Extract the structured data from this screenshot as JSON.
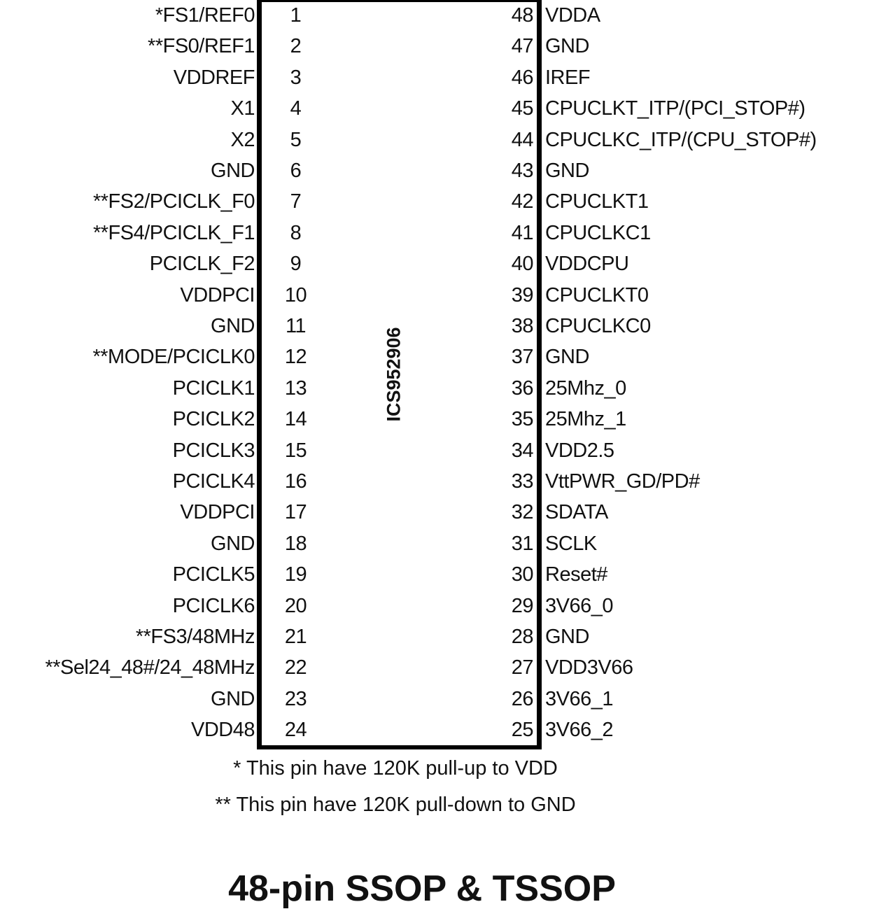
{
  "diagram": {
    "chip_name": "ICS952906",
    "package_title": "48-pin SSOP & TSSOP",
    "left_pins": [
      {
        "num": "1",
        "name": "*FS1/REF0"
      },
      {
        "num": "2",
        "name": "**FS0/REF1"
      },
      {
        "num": "3",
        "name": "VDDREF"
      },
      {
        "num": "4",
        "name": "X1"
      },
      {
        "num": "5",
        "name": "X2"
      },
      {
        "num": "6",
        "name": "GND"
      },
      {
        "num": "7",
        "name": "**FS2/PCICLK_F0"
      },
      {
        "num": "8",
        "name": "**FS4/PCICLK_F1"
      },
      {
        "num": "9",
        "name": "PCICLK_F2"
      },
      {
        "num": "10",
        "name": "VDDPCI"
      },
      {
        "num": "11",
        "name": "GND"
      },
      {
        "num": "12",
        "name": "**MODE/PCICLK0"
      },
      {
        "num": "13",
        "name": "PCICLK1"
      },
      {
        "num": "14",
        "name": "PCICLK2"
      },
      {
        "num": "15",
        "name": "PCICLK3"
      },
      {
        "num": "16",
        "name": "PCICLK4"
      },
      {
        "num": "17",
        "name": "VDDPCI"
      },
      {
        "num": "18",
        "name": "GND"
      },
      {
        "num": "19",
        "name": "PCICLK5"
      },
      {
        "num": "20",
        "name": "PCICLK6"
      },
      {
        "num": "21",
        "name": "**FS3/48MHz"
      },
      {
        "num": "22",
        "name": "**Sel24_48#/24_48MHz"
      },
      {
        "num": "23",
        "name": "GND"
      },
      {
        "num": "24",
        "name": "VDD48"
      }
    ],
    "right_pins": [
      {
        "num": "48",
        "name": "VDDA"
      },
      {
        "num": "47",
        "name": "GND"
      },
      {
        "num": "46",
        "name": "IREF"
      },
      {
        "num": "45",
        "name": "CPUCLKT_ITP/(PCI_STOP#)"
      },
      {
        "num": "44",
        "name": "CPUCLKC_ITP/(CPU_STOP#)"
      },
      {
        "num": "43",
        "name": "GND"
      },
      {
        "num": "42",
        "name": "CPUCLKT1"
      },
      {
        "num": "41",
        "name": "CPUCLKC1"
      },
      {
        "num": "40",
        "name": "VDDCPU"
      },
      {
        "num": "39",
        "name": "CPUCLKT0"
      },
      {
        "num": "38",
        "name": "CPUCLKC0"
      },
      {
        "num": "37",
        "name": "GND"
      },
      {
        "num": "36",
        "name": "25Mhz_0"
      },
      {
        "num": "35",
        "name": "25Mhz_1"
      },
      {
        "num": "34",
        "name": "VDD2.5"
      },
      {
        "num": "33",
        "name": "VttPWR_GD/PD#"
      },
      {
        "num": "32",
        "name": "SDATA"
      },
      {
        "num": "31",
        "name": "SCLK"
      },
      {
        "num": "30",
        "name": "Reset#"
      },
      {
        "num": "29",
        "name": "3V66_0"
      },
      {
        "num": "28",
        "name": "GND"
      },
      {
        "num": "27",
        "name": "VDD3V66"
      },
      {
        "num": "26",
        "name": "3V66_1"
      },
      {
        "num": "25",
        "name": "3V66_2"
      }
    ],
    "notes": [
      "* This pin have 120K pull-up to VDD",
      "** This pin have 120K pull-down to GND"
    ]
  }
}
